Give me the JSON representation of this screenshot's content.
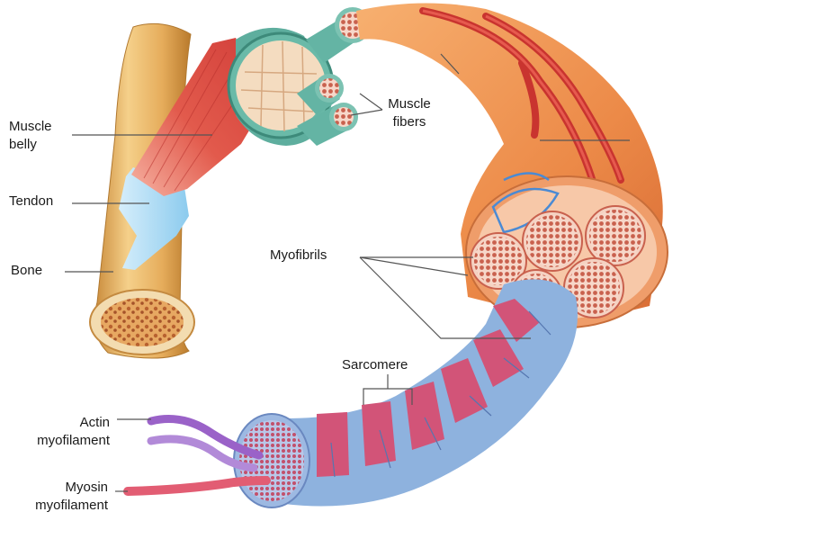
{
  "labels": {
    "muscle_belly": [
      "Muscle",
      "belly"
    ],
    "tendon": "Tendon",
    "bone": "Bone",
    "muscle_fibers": [
      "Muscle",
      "fibers"
    ],
    "myofibrils": "Myofibrils",
    "sarcomere": "Sarcomere",
    "actin": [
      "Actin",
      "myofilament"
    ],
    "myosin": [
      "Myosin",
      "myofilament"
    ]
  },
  "colors": {
    "bone": "#e8b566",
    "bone_marrow": "#c7733f",
    "muscle_red": "#dd4e45",
    "muscle_orange": "#f0964f",
    "tendon": "#9fd2ee",
    "fascicle_green": "#5eae9e",
    "myofibril_pink": "#f2b6a6",
    "sarcomere_blue": "#8eb2de",
    "sarcomere_pink": "#d25478",
    "actin": "#9a62c8",
    "myosin": "#e25d73",
    "leader_line": "#555555"
  }
}
